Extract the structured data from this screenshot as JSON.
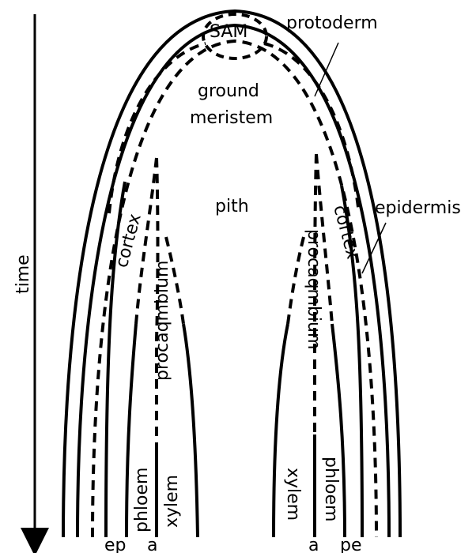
{
  "labels": {
    "sam": "SAM",
    "protoderm": "protoderm",
    "ground_line1": "ground",
    "ground_line2": "meristem",
    "pith": "pith",
    "epidermis": "epidermis",
    "time": "time",
    "cortex_left": "cortex",
    "cortex_right": "cortex",
    "procambium_left": "procaqmbium",
    "procambium_right": "procaqmbium",
    "phloem_left": "phloem",
    "xylem_left": "xylem",
    "phloem_right": "phloem",
    "xylem_right": "xylem",
    "bottom_ep": "ep",
    "bottom_a_left": "a",
    "bottom_a_right": "a",
    "bottom_pe": "pe"
  }
}
